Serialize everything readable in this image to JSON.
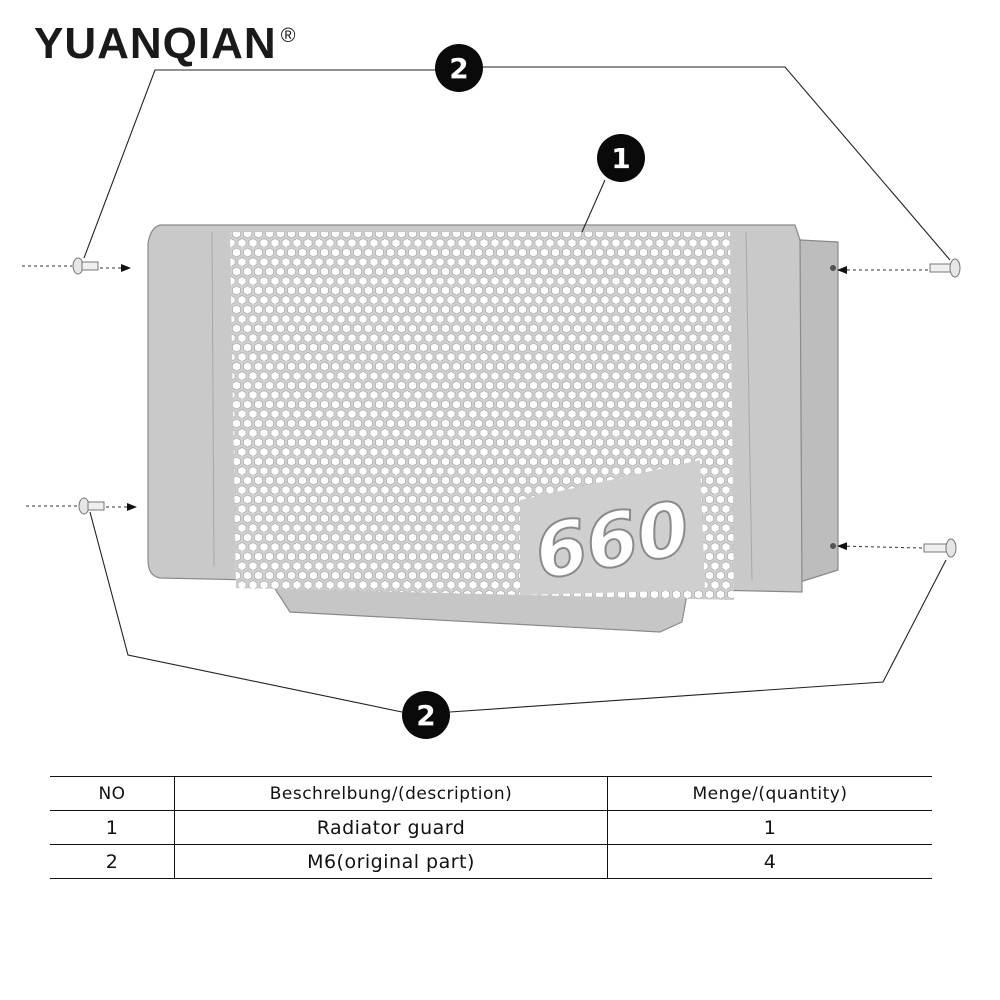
{
  "brand": {
    "name": "YUANQIAN",
    "mark": "®"
  },
  "product": {
    "badge_text": "660",
    "metal_color": "#c6c6c6",
    "edge_color": "#9a9a9a"
  },
  "callouts": {
    "guard_number": "1",
    "fastener_number": "2"
  },
  "table": {
    "headers": {
      "no": "NO",
      "description": "Beschrelbung/(description)",
      "quantity": "Menge/(quantity)"
    },
    "rows": [
      {
        "no": "1",
        "description": "Radiator guard",
        "quantity": "1"
      },
      {
        "no": "2",
        "description": "M6(original part)",
        "quantity": "4"
      }
    ]
  }
}
